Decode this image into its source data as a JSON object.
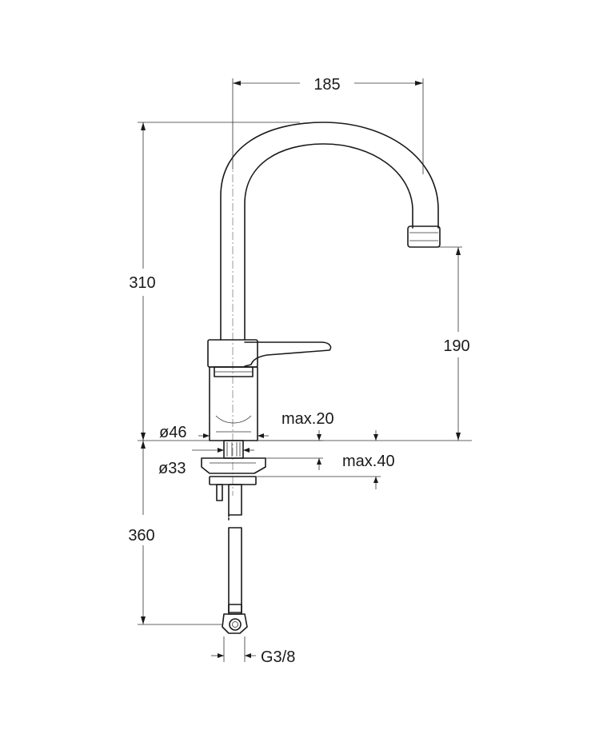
{
  "dimensions": {
    "spout_reach": "185",
    "total_height": "310",
    "spout_outlet_height": "190",
    "body_diameter": "ø46",
    "hole_diameter": "ø33",
    "deck_thickness_min": "max.20",
    "deck_thickness_max": "max.40",
    "hose_length": "360",
    "connection_thread": "G3/8"
  },
  "colors": {
    "line": "#1a1a1a",
    "background": "#ffffff"
  }
}
